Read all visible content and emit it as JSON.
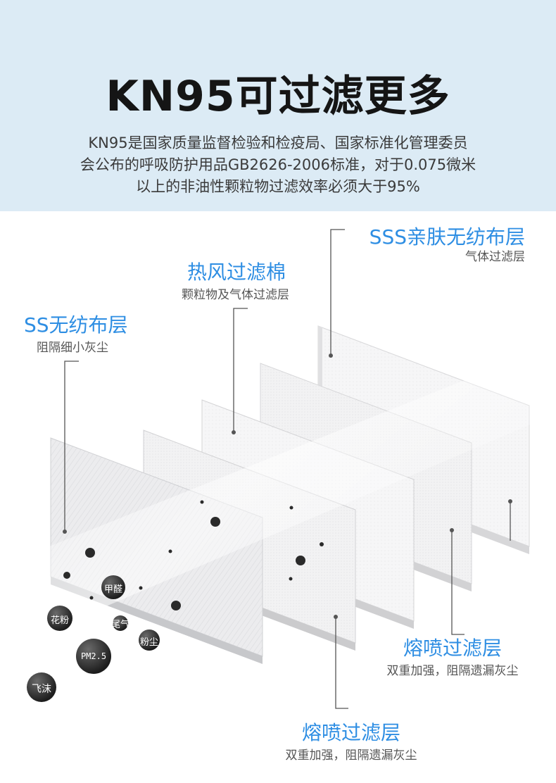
{
  "header": {
    "title": "KN95可过滤更多",
    "description_lines": [
      "KN95是国家质量监督检验和检疫局、国家标准化管理委员",
      "会公布的呼吸防护用品GB2626-2006标准，对于0.075微米",
      "以上的非油性颗粒物过滤效率必须大于95%"
    ]
  },
  "layers": {
    "sss": {
      "title": "SSS亲肤无纺布层",
      "subtitle": "气体过滤层"
    },
    "hot_air": {
      "title": "热风过滤棉",
      "subtitle": "颗粒物及气体过滤层"
    },
    "ss": {
      "title": "SS无纺布层",
      "subtitle": "阻隔细小灰尘"
    },
    "meltblown_right": {
      "title": "熔喷过滤层",
      "subtitle": "双重加强，阻隔遗漏灰尘"
    },
    "meltblown_bottom": {
      "title": "熔喷过滤层",
      "subtitle": "双重加强，阻隔遗漏灰尘"
    }
  },
  "particles": {
    "formaldehyde": "甲醛",
    "pollen": "花粉",
    "exhaust": "尾气",
    "dust": "粉尘",
    "pm25": "PM2.5",
    "droplets": "飞沫"
  },
  "colors": {
    "header_bg": "#dcebf5",
    "accent_blue": "#2e8ee3",
    "title_dark": "#151515"
  }
}
